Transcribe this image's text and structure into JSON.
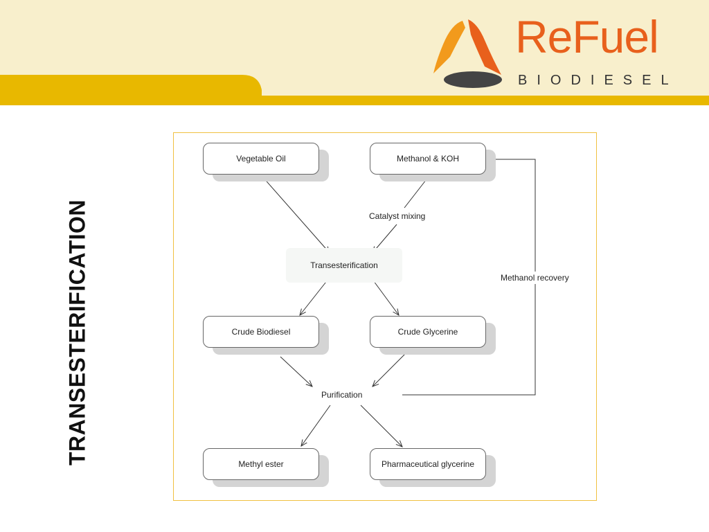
{
  "header": {
    "brand_name": "ReFuel",
    "brand_tagline": "BIODIESEL",
    "colors": {
      "band": "#e8b800",
      "background": "#f8efcc",
      "brand_orange": "#e8601c"
    }
  },
  "slide": {
    "title": "TRANSESTERIFICATION"
  },
  "diagram": {
    "nodes": {
      "vegetable_oil": "Vegetable Oil",
      "methanol_koh": "Methanol & KOH",
      "crude_biodiesel": "Crude Biodiesel",
      "crude_glycerine": "Crude Glycerine",
      "methyl_ester": "Methyl ester",
      "pharmaceutical_glycerine": "Pharmaceutical glycerine"
    },
    "process": {
      "catalyst_mixing": "Catalyst mixing",
      "transesterification": "Transesterification",
      "purification": "Purification",
      "methanol_recovery": "Methanol recovery"
    }
  }
}
